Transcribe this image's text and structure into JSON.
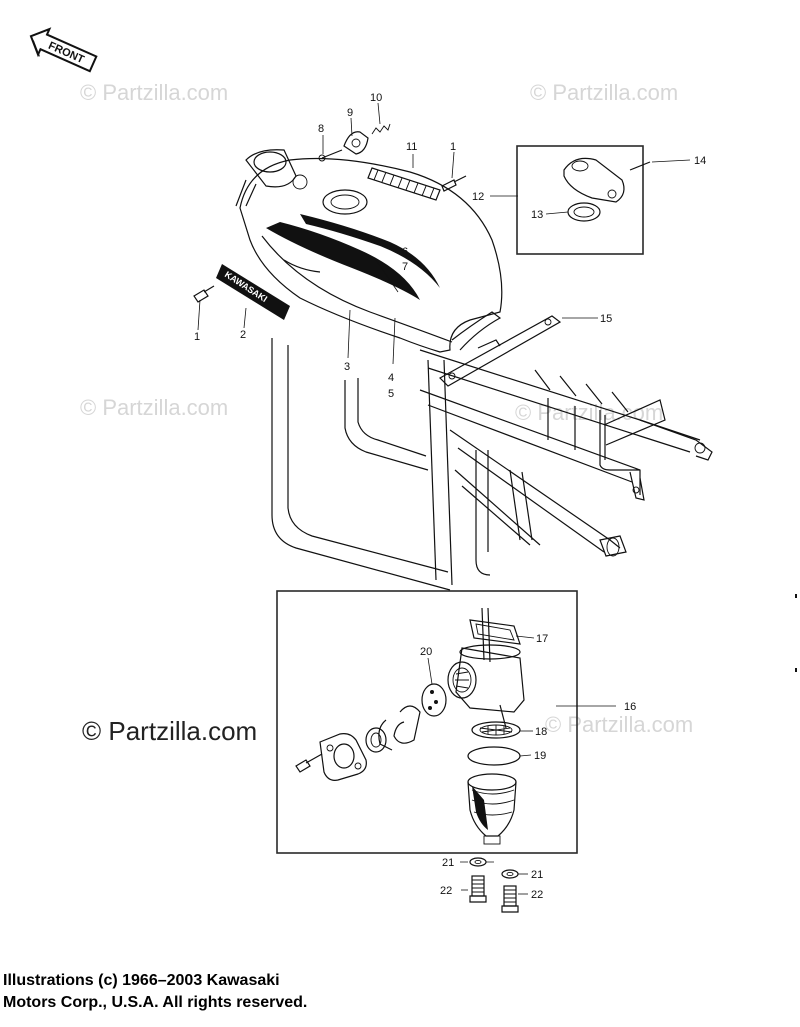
{
  "front_badge": "FRONT",
  "tank_decal_text": "KAWASAKI",
  "watermarks": {
    "small": "© Partzilla.com",
    "large": "© Partzilla.com"
  },
  "callouts": {
    "c1_top": "1",
    "c1_left": "1",
    "c2": "2",
    "c3": "3",
    "c4": "4",
    "c5": "5",
    "c6": "6",
    "c7": "7",
    "c8": "8",
    "c9": "9",
    "c10": "10",
    "c11": "11",
    "c12": "12",
    "c13": "13",
    "c14": "14",
    "c15": "15",
    "c16": "16",
    "c17": "17",
    "c18": "18",
    "c19": "19",
    "c20": "20",
    "c21_left": "21",
    "c21_right": "21",
    "c22_left": "22",
    "c22_right": "22"
  },
  "copyright": {
    "line1": "Illustrations (c) 1966–2003 Kawasaki",
    "line2": "Motors Corp., U.S.A.  All rights reserved."
  }
}
